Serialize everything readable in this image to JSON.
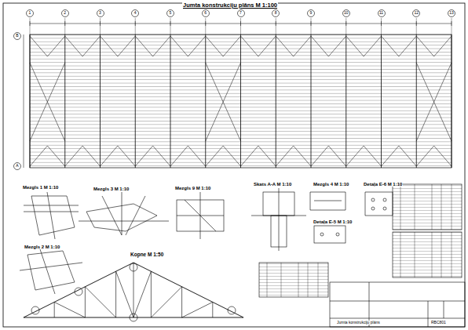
{
  "diagram": {
    "title": "Jumta konstrukciju plāns M 1:100",
    "nodes": [
      {
        "text": [
          "1"
        ]
      },
      {
        "text": [
          "2"
        ]
      },
      {
        "text": [
          "3"
        ]
      },
      {
        "text": [
          "4"
        ]
      },
      {
        "text": [
          "5"
        ]
      },
      {
        "text": [
          "6"
        ]
      },
      {
        "text": [
          "7"
        ]
      },
      {
        "text": [
          "8"
        ]
      },
      {
        "text": [
          "9"
        ]
      },
      {
        "text": [
          "10"
        ]
      },
      {
        "text": [
          "11"
        ]
      },
      {
        "text": [
          "12"
        ]
      },
      {
        "text": [
          "13"
        ]
      },
      {
        "text": [
          "B"
        ]
      },
      {
        "text": [
          "A"
        ]
      }
    ],
    "labels": [
      "Mezgls 1 M 1:10",
      "Mezgls 3 M 1:10",
      "Mezgls 9 M 1:10",
      "Skats A-A M 1:10",
      "Mezgls 4 M 1:10",
      "Detaļa E-6 M 1:10",
      "Detaļa E-5 M 1:10",
      "Mezgls 2 M 1:10",
      "Kopne M 1:50",
      "Jumta konstrukciju plāns",
      "RBC801"
    ]
  }
}
